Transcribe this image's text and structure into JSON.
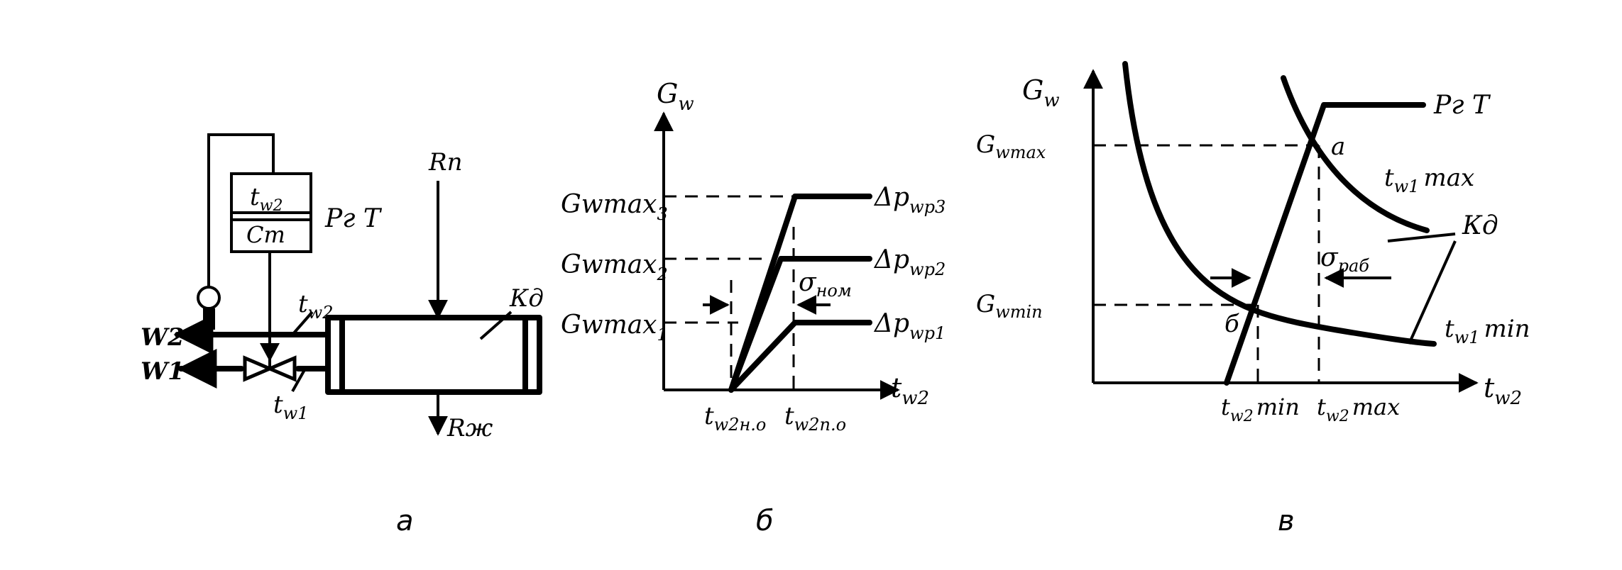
{
  "panel_a": {
    "caption": "а",
    "controller_top": "t",
    "controller_top_sub": "w2",
    "controller_bottom": "Ст",
    "regulator": "Рг Т",
    "w2": "W2",
    "w1": "W1",
    "tw2": "t",
    "tw2_sub": "w2",
    "tw1": "t",
    "tw1_sub": "w1",
    "rp": "Rп",
    "rzh": "Rж",
    "kd": "Кд"
  },
  "panel_b": {
    "caption": "б",
    "y_axis": "G",
    "y_axis_sub": "w",
    "x_axis": "t",
    "x_axis_sub": "w2",
    "gmax3": "Gwmax",
    "gmax3_sub": "3",
    "gmax2": "Gwmax",
    "gmax2_sub": "2",
    "gmax1": "Gwmax",
    "gmax1_sub": "1",
    "dp3": "Δp",
    "dp3_sub": "wp3",
    "dp2": "Δp",
    "dp2_sub": "wp2",
    "dp1": "Δp",
    "dp1_sub": "wp1",
    "sigma": "σ",
    "sigma_sub": "ном",
    "t_no": "t",
    "t_no_sub": "w2н.о",
    "t_po": "t",
    "t_po_sub": "w2п.о"
  },
  "panel_v": {
    "caption": "в",
    "y_axis": "G",
    "y_axis_sub": "w",
    "x_axis": "t",
    "x_axis_sub": "w2",
    "gmax": "G",
    "gmax_sub": "wmax",
    "gmin": "G",
    "gmin_sub": "wmin",
    "regulator": "Рг Т",
    "point_a": "а",
    "point_b": "б",
    "tw1max": "t",
    "tw1max_sub": "w1",
    "tw1max_suffix": "max",
    "kd": "Кд",
    "sigma": "σ",
    "sigma_sub": "раб",
    "tw1min": "t",
    "tw1min_sub": "w1",
    "tw1min_suffix": "min",
    "tmin": "t",
    "tmin_sub": "w2",
    "tmin_suffix": "min",
    "tmax": "t",
    "tmax_sub": "w2",
    "tmax_suffix": "max"
  }
}
